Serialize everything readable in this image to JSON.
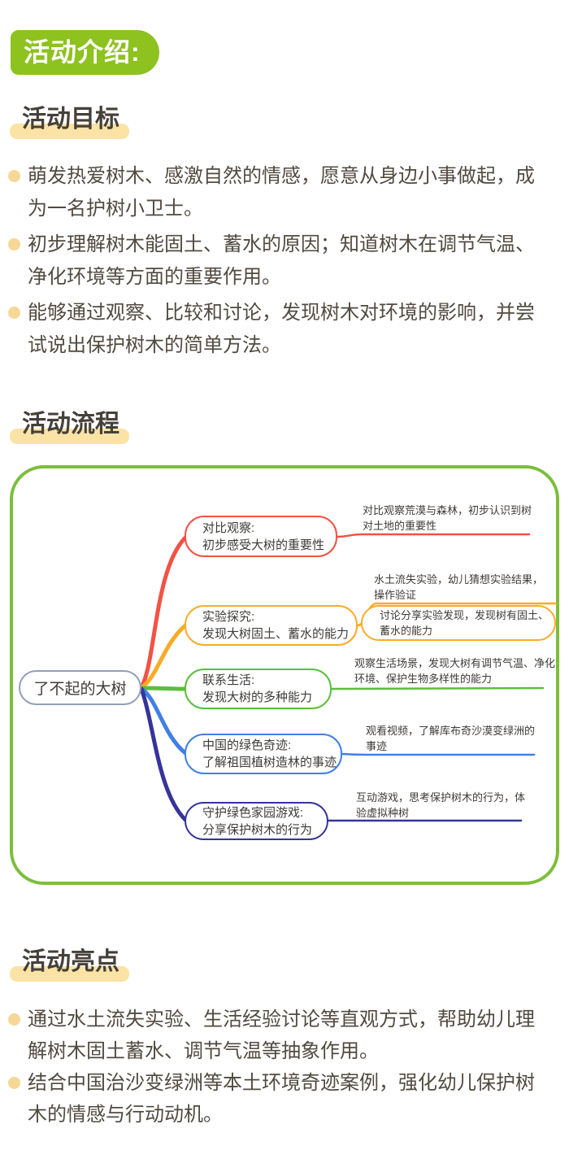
{
  "badge": {
    "label": "活动介绍:"
  },
  "goals": {
    "heading": "活动目标",
    "bullets": [
      "萌发热爱树木、感激自然的情感，愿意从身边小事做起，成为一名护树小卫士。",
      "初步理解树木能固土、蓄水的原因；知道树木在调节气温、净化环境等方面的重要作用。",
      "能够通过观察、比较和讨论，发现树木对环境的影响，并尝试说出保护树木的简单方法。"
    ]
  },
  "flow": {
    "heading": "活动流程",
    "mindmap": {
      "root": "了不起的大树",
      "branches": [
        {
          "name": "compare-observe",
          "color": "#F25244",
          "node": {
            "line1": "对比观察:",
            "line2": "初步感受大树的重要性"
          },
          "leaves": [
            {
              "style": "underline",
              "text": "对比观察荒漠与森林，初步认识到树对土地的重要性"
            }
          ]
        },
        {
          "name": "experiment-explore",
          "color": "#FAAB27",
          "node": {
            "line1": "实验探究:",
            "line2": "发现大树固土、蓄水的能力"
          },
          "leaves": [
            {
              "style": "underline",
              "text": "水土流失实验，幼儿猜想实验结果，操作验证"
            },
            {
              "style": "box",
              "text": "讨论分享实验发现，发现树有固土、蓄水的能力"
            }
          ]
        },
        {
          "name": "life-connection",
          "color": "#5CBD3C",
          "node": {
            "line1": "联系生活:",
            "line2": "发现大树的多种能力"
          },
          "leaves": [
            {
              "style": "underline",
              "text": "观察生活场景，发现大树有调节气温、净化环境、保护生物多样性的能力"
            }
          ]
        },
        {
          "name": "green-miracle",
          "color": "#4180E3",
          "node": {
            "line1": "中国的绿色奇迹:",
            "line2": "了解祖国植树造林的事迹"
          },
          "leaves": [
            {
              "style": "underline",
              "text": "观看视频，了解库布奇沙漠变绿洲的事迹"
            }
          ]
        },
        {
          "name": "guardian-game",
          "color": "#35349A",
          "node": {
            "line1": "守护绿色家园游戏:",
            "line2": "分享保护树木的行为"
          },
          "leaves": [
            {
              "style": "underline",
              "text": "互动游戏，思考保护树木的行为，体验虚拟种树"
            }
          ]
        }
      ]
    }
  },
  "highlights": {
    "heading": "活动亮点",
    "bullets": [
      "通过水土流失实验、生活经验讨论等直观方式，帮助幼儿理解树木固土蓄水、调节气温等抽象作用。",
      "结合中国治沙变绿洲等本土环境奇迹案例，强化幼儿保护树木的情感与行动动机。"
    ]
  },
  "colors": {
    "badge_green": "#8DC21F",
    "frame_green": "#7CBE3B",
    "highlight_yellow": "#FAE3A4",
    "bullet_dot": "#F7D795",
    "branch_red": "#F25244",
    "branch_orange": "#FAAB27",
    "branch_green": "#5CBD3C",
    "branch_blue": "#4180E3",
    "branch_indigo": "#35349A",
    "root_border": "#92A0BA"
  }
}
